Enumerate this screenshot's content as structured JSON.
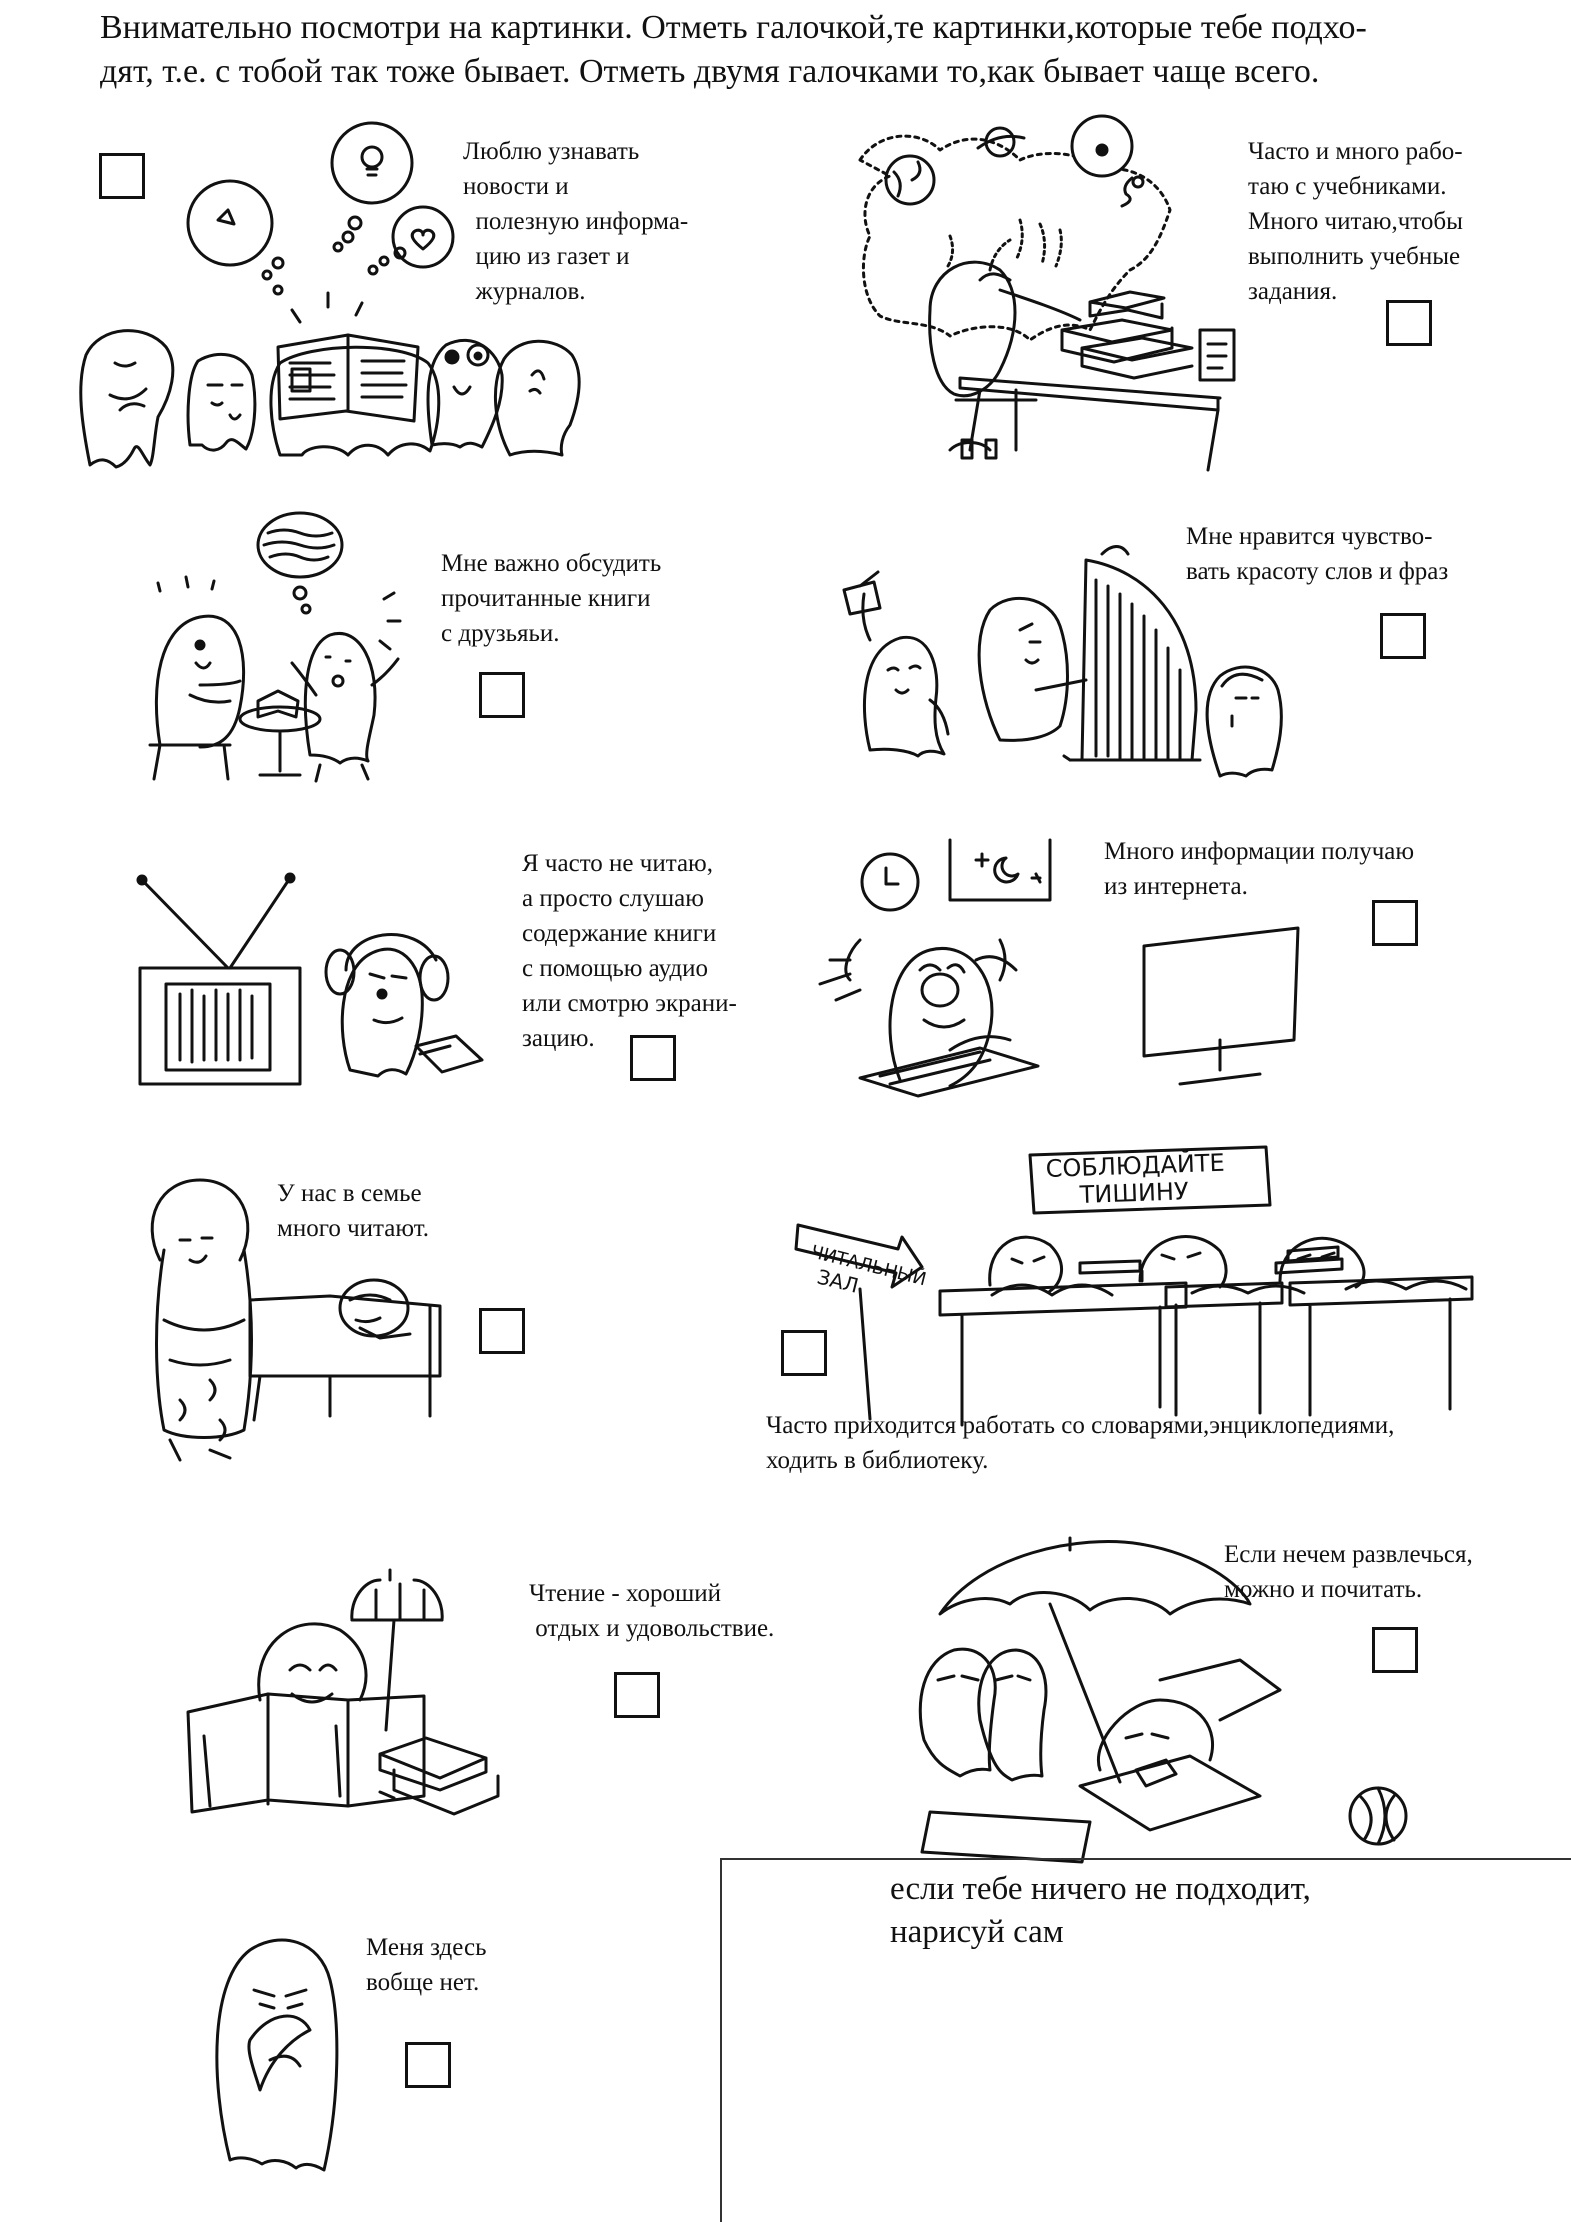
{
  "instruction": {
    "line1": "Внимательно посмотри на картинки. Отметь галочкой,те картинки,которые тебе подхо-",
    "line2": "дят, т.е. с тобой так тоже бывает. Отметь двумя галочками то,как бывает чаще всего."
  },
  "items": [
    {
      "id": "news",
      "lines": [
        "Люблю узнавать",
        "новости и",
        "  полезную информа-",
        "  цию из газет и",
        "  журналов."
      ]
    },
    {
      "id": "textbooks",
      "lines": [
        "Часто и много рабо-",
        "таю с учебниками.",
        "Много читаю,чтобы",
        "выполнить учебные",
        "задания."
      ]
    },
    {
      "id": "discuss",
      "lines": [
        "Мне важно обсудить",
        "прочитанные книги",
        "с друзьяьи."
      ]
    },
    {
      "id": "beauty",
      "lines": [
        "Мне нравится чувство-",
        "вать красоту слов и фраз"
      ]
    },
    {
      "id": "audio",
      "lines": [
        "Я часто не читаю,",
        "а просто слушаю",
        "содержание книги",
        "с помощью аудио",
        "или смотрю экрани-",
        "зацию."
      ]
    },
    {
      "id": "internet",
      "lines": [
        "Много информации получаю",
        "из интернета."
      ]
    },
    {
      "id": "family",
      "lines": [
        "У нас в семье",
        "много читают."
      ]
    },
    {
      "id": "library",
      "lines": [
        "Часто приходится работать со словарями,энциклопедиями,",
        "ходить в библиотеку."
      ],
      "signs": {
        "silence_line1": "СОБЛЮДАЙТЕ",
        "silence_line2": "ТИШИНУ",
        "arrow_line1": "ЧИТАЛЬНЫЙ",
        "arrow_line2": "ЗАЛ"
      }
    },
    {
      "id": "leisure",
      "lines": [
        "Чтение - хороший",
        " отдых и удовольствие."
      ]
    },
    {
      "id": "bored",
      "lines": [
        "Если нечем развлечься,",
        "можно и почитать."
      ]
    },
    {
      "id": "none",
      "lines": [
        "Меня здесь",
        "вобще нет."
      ]
    }
  ],
  "draw_area": {
    "line1": "если тебе ничего не подходит,",
    "line2": "нарисуй сам"
  }
}
